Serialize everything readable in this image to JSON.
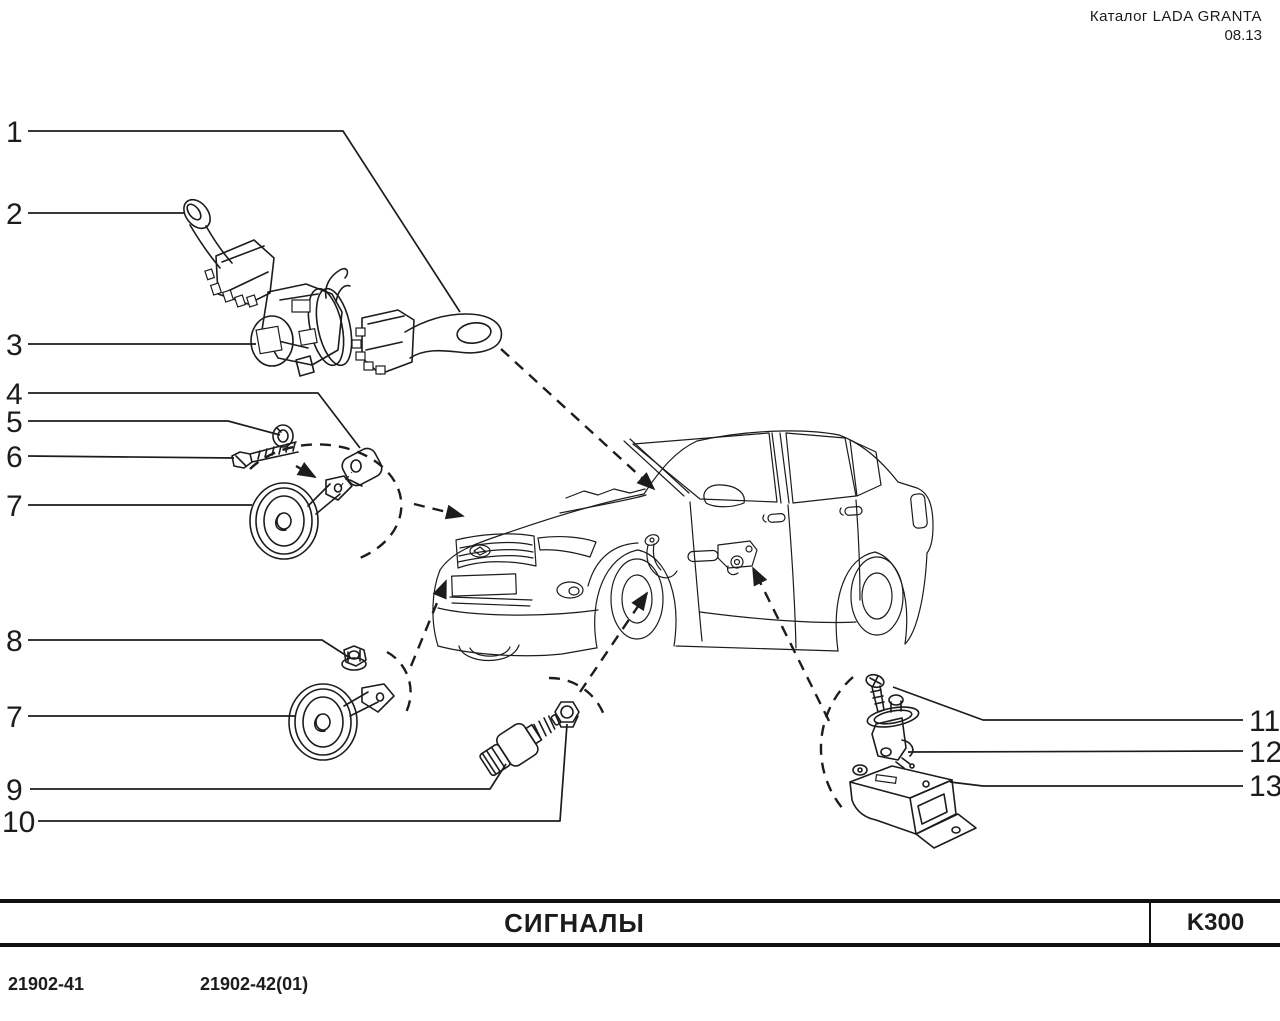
{
  "header": {
    "catalog": "Каталог  LADA  GRANTA",
    "edition": "08.13"
  },
  "title_block": {
    "title": "СИГНАЛЫ",
    "code": "K300"
  },
  "models": {
    "model_1": "21902-41",
    "model_2": "21902-42(01)"
  },
  "diagram": {
    "background": "#ffffff",
    "line_color": "#1c1c1c",
    "callouts": [
      {
        "label": "1"
      },
      {
        "label": "2"
      },
      {
        "label": "3"
      },
      {
        "label": "4"
      },
      {
        "label": "5"
      },
      {
        "label": "6"
      },
      {
        "label": "7"
      },
      {
        "label": "8"
      },
      {
        "label": "7"
      },
      {
        "label": "9"
      },
      {
        "label": "10"
      },
      {
        "label": "11"
      },
      {
        "label": "12"
      },
      {
        "label": "13"
      }
    ]
  }
}
